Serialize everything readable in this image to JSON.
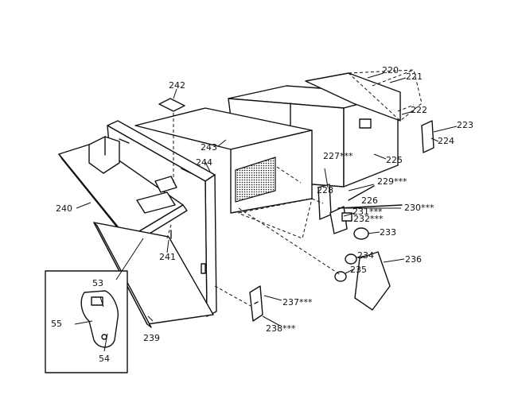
{
  "callouts": {
    "c220": "220",
    "c221": "221",
    "c222": "222",
    "c223": "223",
    "c224": "224",
    "c225": "225",
    "c226": "226",
    "c227": "227***",
    "c228": "228",
    "c229": "229***",
    "c230": "230***",
    "c231": "231***",
    "c232": "232***",
    "c233": "233",
    "c234": "234",
    "c235": "235",
    "c236": "236",
    "c237": "237***",
    "c238": "238***",
    "c239": "239",
    "c240": "240",
    "c241": "241",
    "c242": "242",
    "c243": "243",
    "c244": "244",
    "c53": "53",
    "c54": "54",
    "c55": "55"
  }
}
